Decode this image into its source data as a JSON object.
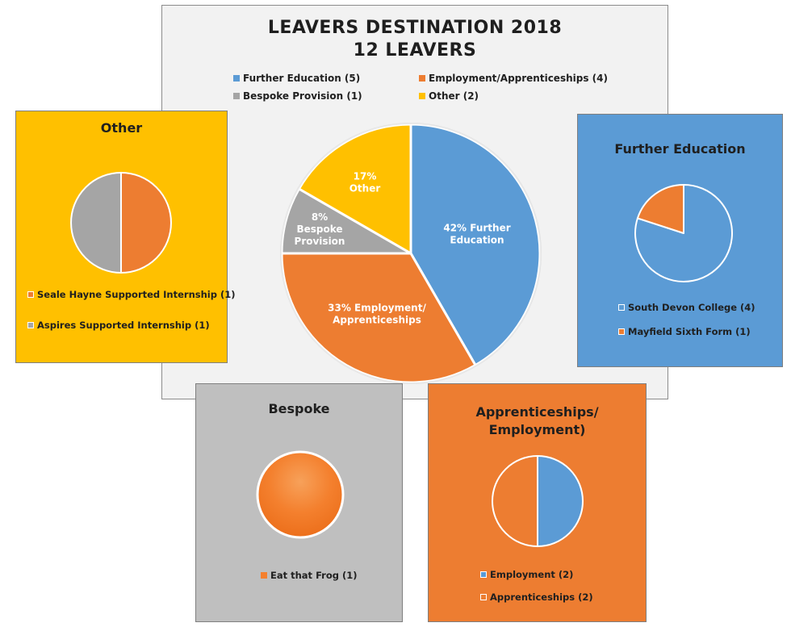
{
  "main": {
    "title_line1": "LEAVERS DESTINATION 2018",
    "title_line2": "12 LEAVERS",
    "legend": [
      "Further Education (5)",
      "Employment/Apprenticeships (4)",
      "Bespoke Provision (1)",
      "Other (2)"
    ],
    "slice_labels": [
      [
        "42% Further",
        "Education"
      ],
      [
        "33% Employment/",
        "Apprenticeships"
      ],
      [
        "8%",
        "Bespoke",
        "Provision"
      ],
      [
        "17%",
        "Other"
      ]
    ]
  },
  "other": {
    "title": "Other",
    "legend": [
      "Seale Hayne Supported Internship (1)",
      "Aspires Supported Internship (1)"
    ]
  },
  "fe": {
    "title": "Further Education",
    "legend": [
      "South Devon College (4)",
      "Mayfield Sixth Form (1)"
    ]
  },
  "bespoke": {
    "title": "Bespoke",
    "legend": [
      "Eat that Frog (1)"
    ]
  },
  "appr": {
    "title_line1": "Apprenticeships/",
    "title_line2": "Employment)",
    "legend": [
      "Employment (2)",
      "Apprenticeships (2)"
    ]
  },
  "chart_data": [
    {
      "type": "pie",
      "title": "LEAVERS DESTINATION 2018 12 LEAVERS",
      "categories": [
        "Further Education",
        "Employment/Apprenticeships",
        "Bespoke Provision",
        "Other"
      ],
      "values": [
        5,
        4,
        1,
        2
      ],
      "percent_labels": [
        "42%",
        "33%",
        "8%",
        "17%"
      ],
      "colors": [
        "#5b9bd5",
        "#ed7d31",
        "#a5a5a5",
        "#ffc000"
      ],
      "legend": "top"
    },
    {
      "type": "pie",
      "title": "Other",
      "categories": [
        "Seale Hayne Supported Internship",
        "Aspires Supported Internship"
      ],
      "values": [
        1,
        1
      ],
      "colors": [
        "#ed7d31",
        "#a5a5a5"
      ],
      "legend": "bottom"
    },
    {
      "type": "pie",
      "title": "Further Education",
      "categories": [
        "South Devon College",
        "Mayfield Sixth Form"
      ],
      "values": [
        4,
        1
      ],
      "colors": [
        "#5b9bd5",
        "#ed7d31"
      ],
      "legend": "bottom"
    },
    {
      "type": "pie",
      "title": "Bespoke",
      "categories": [
        "Eat that Frog"
      ],
      "values": [
        1
      ],
      "colors": [
        "#f4802e"
      ],
      "legend": "bottom"
    },
    {
      "type": "pie",
      "title": "Apprenticeships/ Employment)",
      "categories": [
        "Employment",
        "Apprenticeships"
      ],
      "values": [
        2,
        2
      ],
      "colors": [
        "#5b9bd5",
        "#ed7d31"
      ],
      "legend": "bottom"
    }
  ]
}
